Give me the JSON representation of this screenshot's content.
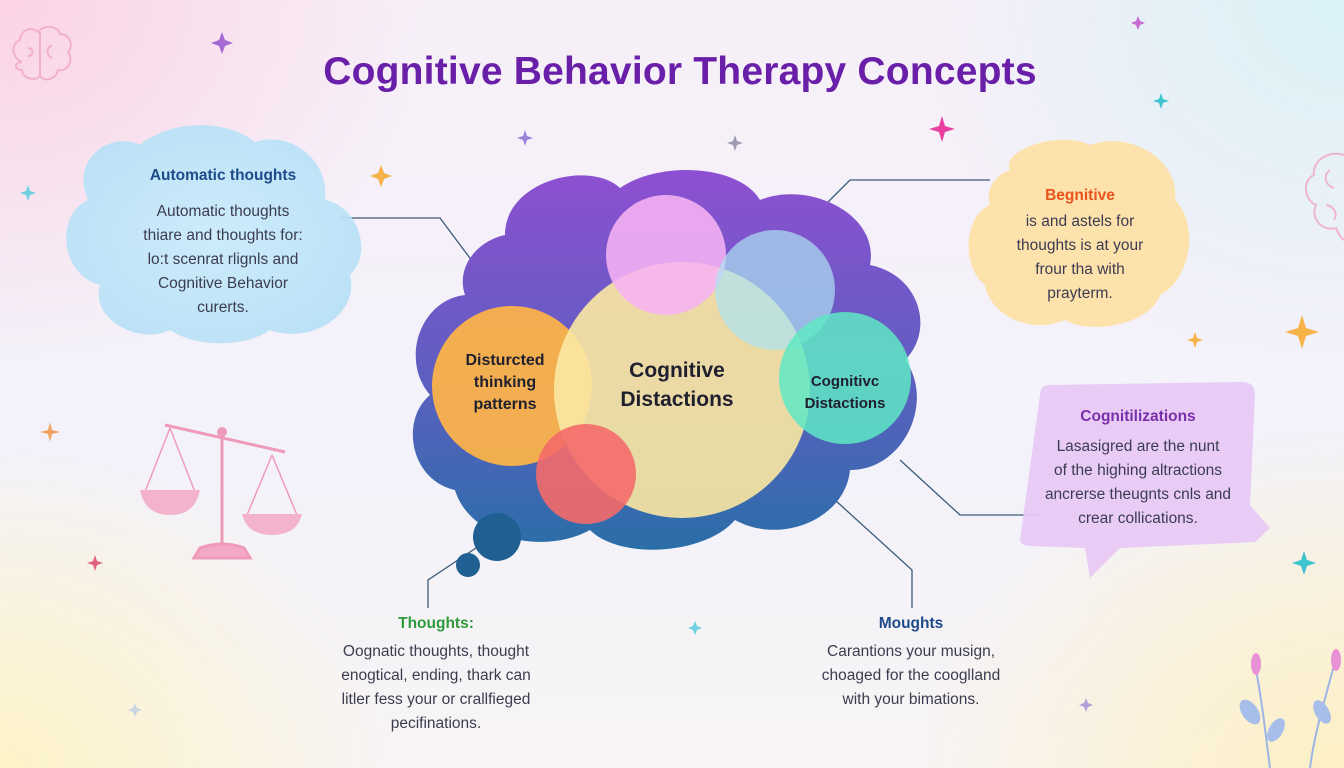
{
  "title": "Cognitive Behavior Therapy Concepts",
  "center": {
    "main_label": [
      "Cognitive",
      "Distactions"
    ],
    "left_label": [
      "Disturcted",
      "thinking",
      "patterns"
    ],
    "right_label": [
      "Cognitivc",
      "Distactions"
    ]
  },
  "callouts": {
    "automatic": {
      "heading": "Automatic thoughts",
      "lines": [
        "Automatic thoughts",
        "thiare and thoughts for:",
        "lo:t scenrat rlignls and",
        "Cognitive Behavior",
        "curerts."
      ],
      "heading_color": "#1d4a8a"
    },
    "begnitive": {
      "heading": "Begnitive",
      "lines": [
        "is and astels for",
        "thoughts is at your",
        "frour tha with",
        "prayterm."
      ],
      "heading_color": "#e8541c"
    },
    "cognitilizations": {
      "heading": "Cognitilizations",
      "lines": [
        "Lasasigred are the nunt",
        "of the highing altractions",
        "ancrerse theugnts cnls and",
        "crear collications."
      ],
      "heading_color": "#7a2fa8"
    },
    "thoughts": {
      "heading": "Thoughts:",
      "lines": [
        "Oognatic thoughts, thought",
        "enogtical, ending, thark can",
        "litler fess your or crallfieged",
        "pecifinations."
      ],
      "heading_color": "#2e9a3a"
    },
    "moughts": {
      "heading": "Moughts",
      "lines": [
        "Carantions your musign,",
        "choaged for the cooglland",
        "with your bimations."
      ],
      "heading_color": "#1d4a8a"
    }
  },
  "colors": {
    "title": "#6a1fa8",
    "cloud_top": "#8a4fd0",
    "cloud_bottom": "#2a6ea8",
    "circle_orange": "#fbb24a",
    "circle_yellow": "#fbe8a2",
    "circle_pink": "#f6b3f3",
    "circle_blue": "#aee2f2",
    "circle_mint": "#5fe8c4",
    "circle_red": "#f46a6a"
  },
  "icons": [
    "brain-icon",
    "scales-icon",
    "sparkle-icon",
    "leaf-icon"
  ]
}
